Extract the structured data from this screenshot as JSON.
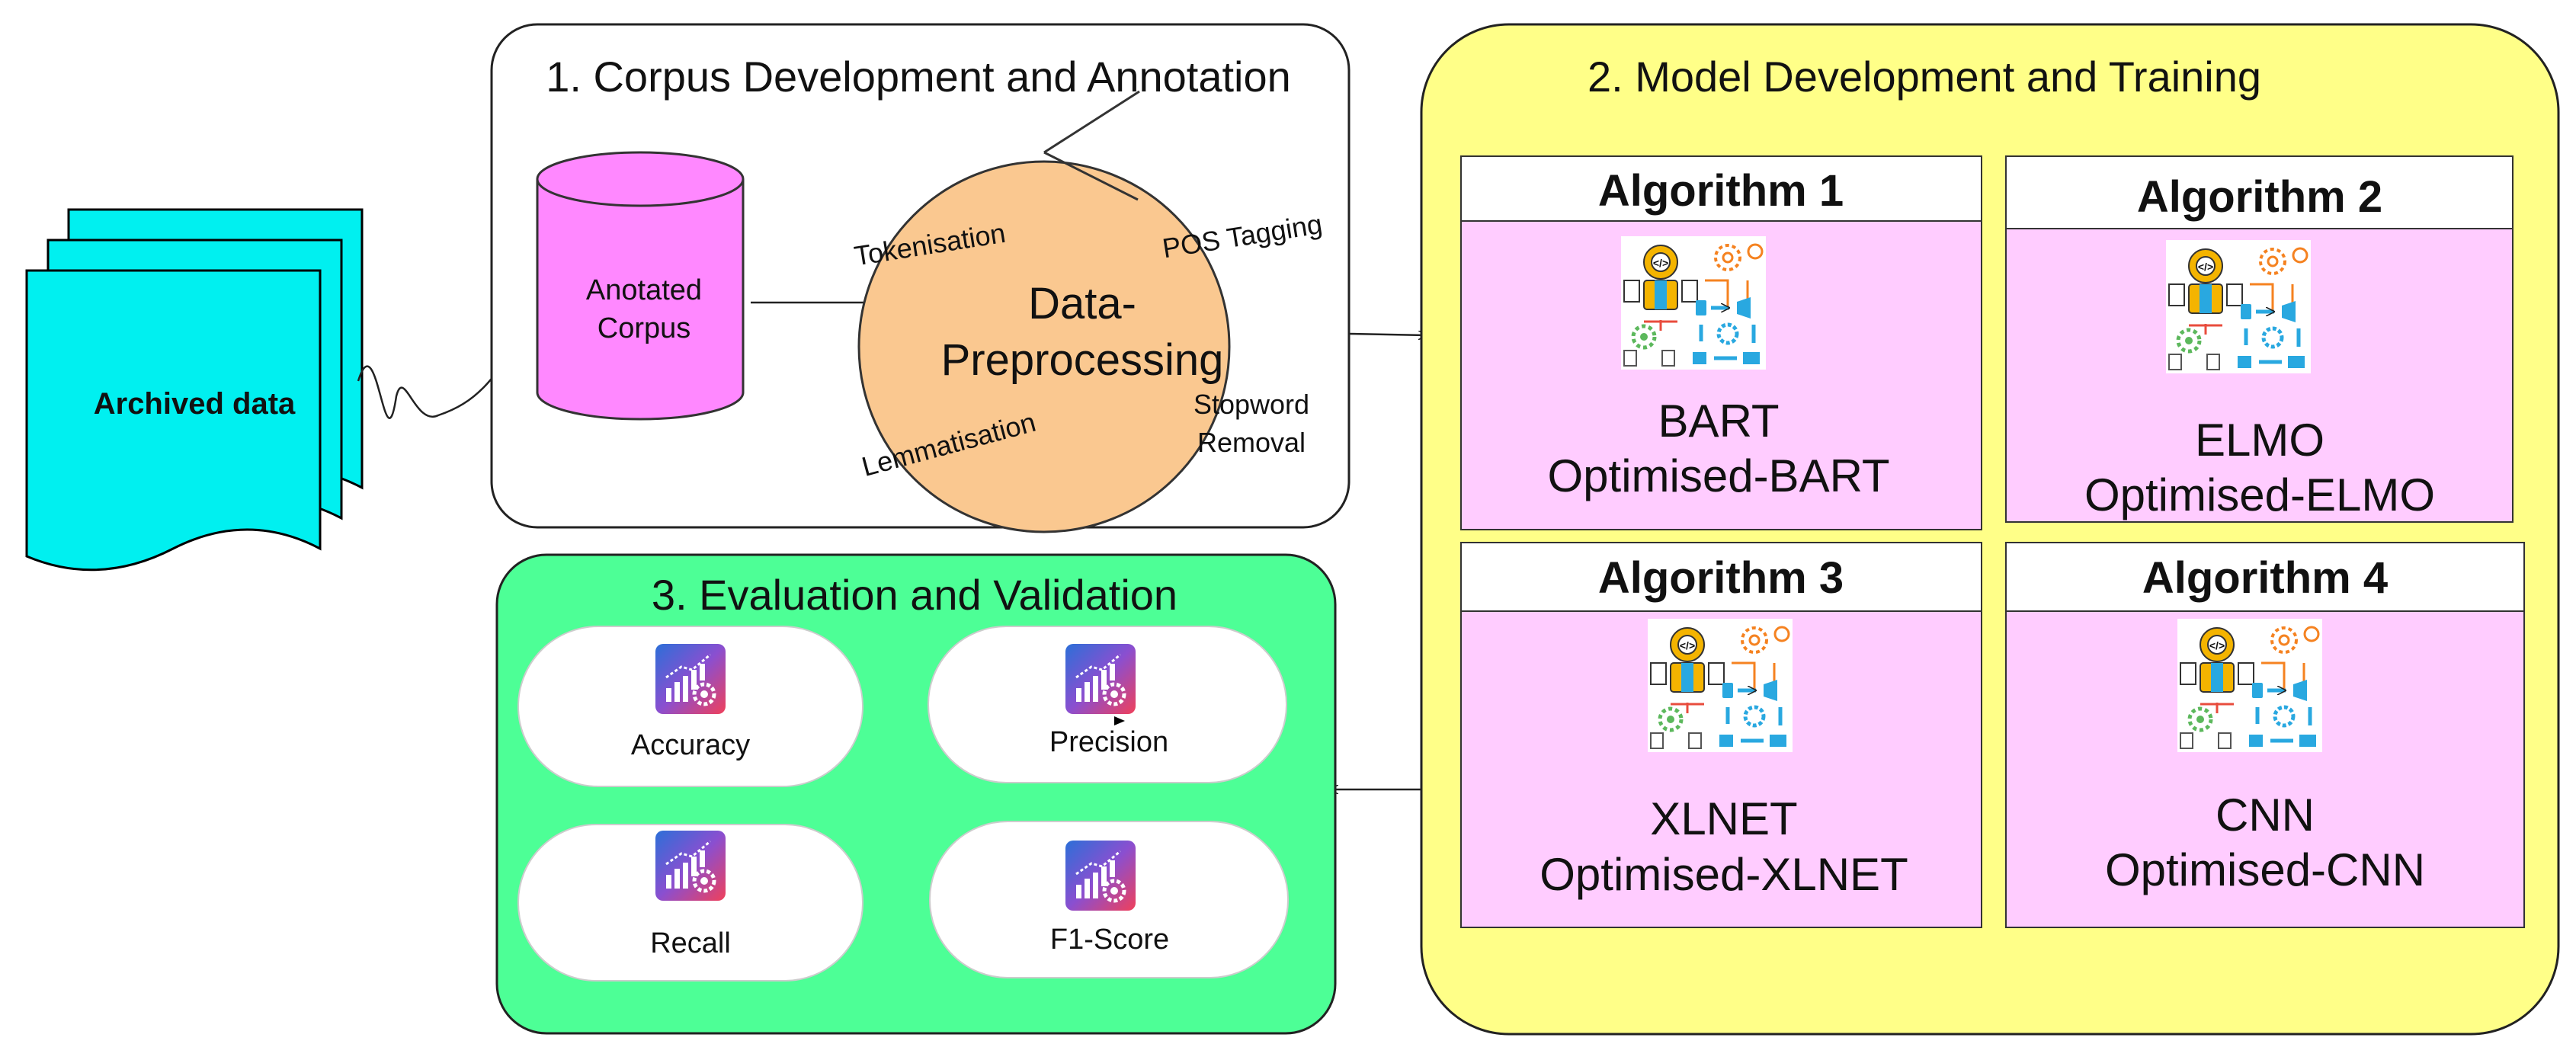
{
  "archived": {
    "label": "Archived data"
  },
  "corpus": {
    "title": "1. Corpus Development and Annotation",
    "db_line1": "Anotated",
    "db_line2": "Corpus",
    "pre_line1": "Data-",
    "pre_line2": "Preprocessing",
    "steps": {
      "tokenisation": "Tokenisation",
      "pos": "POS Tagging",
      "stopword1": "Stopword",
      "stopword2": "Removal",
      "lemmatisation": "Lemmatisation"
    }
  },
  "model": {
    "title": "2. Model Development and Training",
    "algorithms": [
      {
        "title": "Algorithm 1",
        "line1": "BART",
        "line2": "Optimised-BART",
        "icon": "workflow-gear-icon"
      },
      {
        "title": "Algorithm 2",
        "line1": "ELMO",
        "line2": "Optimised-ELMO",
        "icon": "workflow-gear-icon"
      },
      {
        "title": "Algorithm 3",
        "line1": "XLNET",
        "line2": "Optimised-XLNET",
        "icon": "workflow-gear-icon"
      },
      {
        "title": "Algorithm 4",
        "line1": "CNN",
        "line2": "Optimised-CNN",
        "icon": "workflow-gear-icon"
      }
    ]
  },
  "evaluation": {
    "title": "3. Evaluation and Validation",
    "metrics": [
      {
        "label": "Accuracy",
        "icon": "analytics-gear-icon"
      },
      {
        "label": "Precision",
        "icon": "analytics-gear-icon"
      },
      {
        "label": "Recall",
        "icon": "analytics-gear-icon"
      },
      {
        "label": "F1-Score",
        "icon": "analytics-gear-icon"
      }
    ]
  },
  "colors": {
    "cyan": "#00f0f0",
    "magenta": "#ff88ff",
    "peach": "#fac890",
    "yellow": "#ffff88",
    "pink": "#ffccff",
    "green": "#4dff96"
  }
}
